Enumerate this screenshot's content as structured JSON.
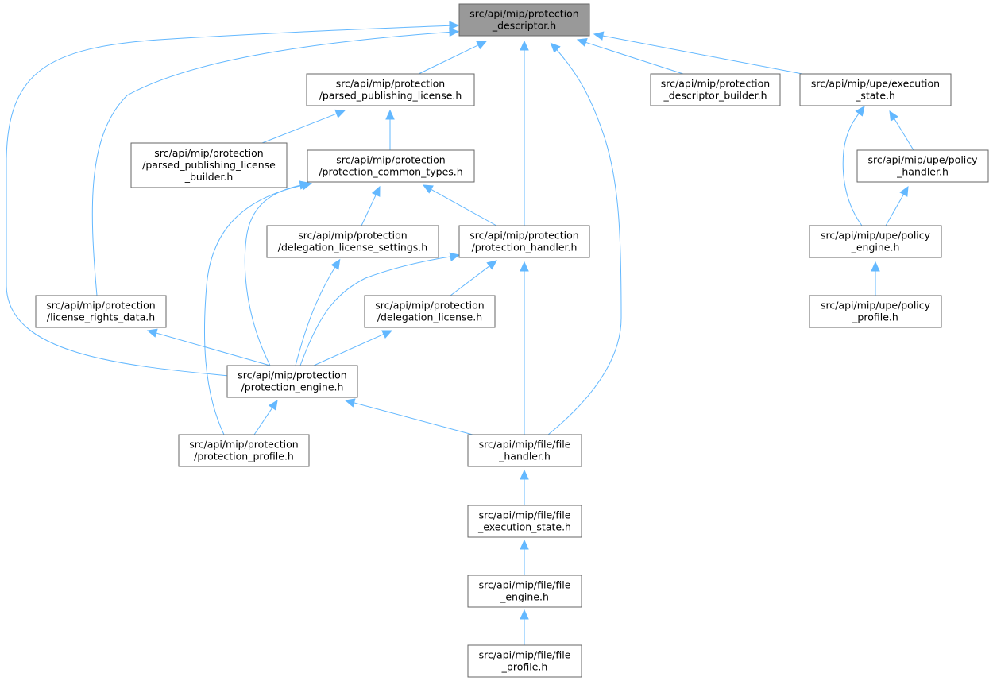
{
  "diagram": {
    "root": "n0",
    "nodes": [
      {
        "id": "n0",
        "lines": [
          "src/api/mip/protection",
          "_descriptor.h"
        ],
        "highlight": true
      },
      {
        "id": "n1",
        "lines": [
          "src/api/mip/protection",
          "/parsed_publishing_license.h"
        ]
      },
      {
        "id": "n2",
        "lines": [
          "src/api/mip/protection",
          "_descriptor_builder.h"
        ]
      },
      {
        "id": "n3",
        "lines": [
          "src/api/mip/upe/execution",
          "_state.h"
        ]
      },
      {
        "id": "n4",
        "lines": [
          "src/api/mip/protection",
          "/parsed_publishing_license",
          "_builder.h"
        ]
      },
      {
        "id": "n5",
        "lines": [
          "src/api/mip/protection",
          "/protection_common_types.h"
        ]
      },
      {
        "id": "n6",
        "lines": [
          "src/api/mip/upe/policy",
          "_handler.h"
        ]
      },
      {
        "id": "n7",
        "lines": [
          "src/api/mip/protection",
          "/delegation_license_settings.h"
        ]
      },
      {
        "id": "n8",
        "lines": [
          "src/api/mip/protection",
          "/protection_handler.h"
        ]
      },
      {
        "id": "n9",
        "lines": [
          "src/api/mip/upe/policy",
          "_engine.h"
        ]
      },
      {
        "id": "n10",
        "lines": [
          "src/api/mip/protection",
          "/license_rights_data.h"
        ]
      },
      {
        "id": "n11",
        "lines": [
          "src/api/mip/protection",
          "/delegation_license.h"
        ]
      },
      {
        "id": "n12",
        "lines": [
          "src/api/mip/upe/policy",
          "_profile.h"
        ]
      },
      {
        "id": "n13",
        "lines": [
          "src/api/mip/protection",
          "/protection_engine.h"
        ]
      },
      {
        "id": "n14",
        "lines": [
          "src/api/mip/protection",
          "/protection_profile.h"
        ]
      },
      {
        "id": "n15",
        "lines": [
          "src/api/mip/file/file",
          "_handler.h"
        ]
      },
      {
        "id": "n16",
        "lines": [
          "src/api/mip/file/file",
          "_execution_state.h"
        ]
      },
      {
        "id": "n17",
        "lines": [
          "src/api/mip/file/file",
          "_engine.h"
        ]
      },
      {
        "id": "n18",
        "lines": [
          "src/api/mip/file/file",
          "_profile.h"
        ]
      }
    ],
    "edges": [
      {
        "from": "n0",
        "to": "n1"
      },
      {
        "from": "n0",
        "to": "n2"
      },
      {
        "from": "n0",
        "to": "n3"
      },
      {
        "from": "n0",
        "to": "n8"
      },
      {
        "from": "n0",
        "to": "n10"
      },
      {
        "from": "n0",
        "to": "n13"
      },
      {
        "from": "n0",
        "to": "n15"
      },
      {
        "from": "n1",
        "to": "n4"
      },
      {
        "from": "n1",
        "to": "n5"
      },
      {
        "from": "n5",
        "to": "n7"
      },
      {
        "from": "n5",
        "to": "n8"
      },
      {
        "from": "n5",
        "to": "n13"
      },
      {
        "from": "n5",
        "to": "n14"
      },
      {
        "from": "n3",
        "to": "n6"
      },
      {
        "from": "n3",
        "to": "n9"
      },
      {
        "from": "n6",
        "to": "n9"
      },
      {
        "from": "n9",
        "to": "n12"
      },
      {
        "from": "n7",
        "to": "n13"
      },
      {
        "from": "n8",
        "to": "n11"
      },
      {
        "from": "n8",
        "to": "n13"
      },
      {
        "from": "n8",
        "to": "n15"
      },
      {
        "from": "n10",
        "to": "n13"
      },
      {
        "from": "n11",
        "to": "n13"
      },
      {
        "from": "n13",
        "to": "n14"
      },
      {
        "from": "n13",
        "to": "n15"
      },
      {
        "from": "n15",
        "to": "n16"
      },
      {
        "from": "n16",
        "to": "n17"
      },
      {
        "from": "n17",
        "to": "n18"
      }
    ]
  }
}
